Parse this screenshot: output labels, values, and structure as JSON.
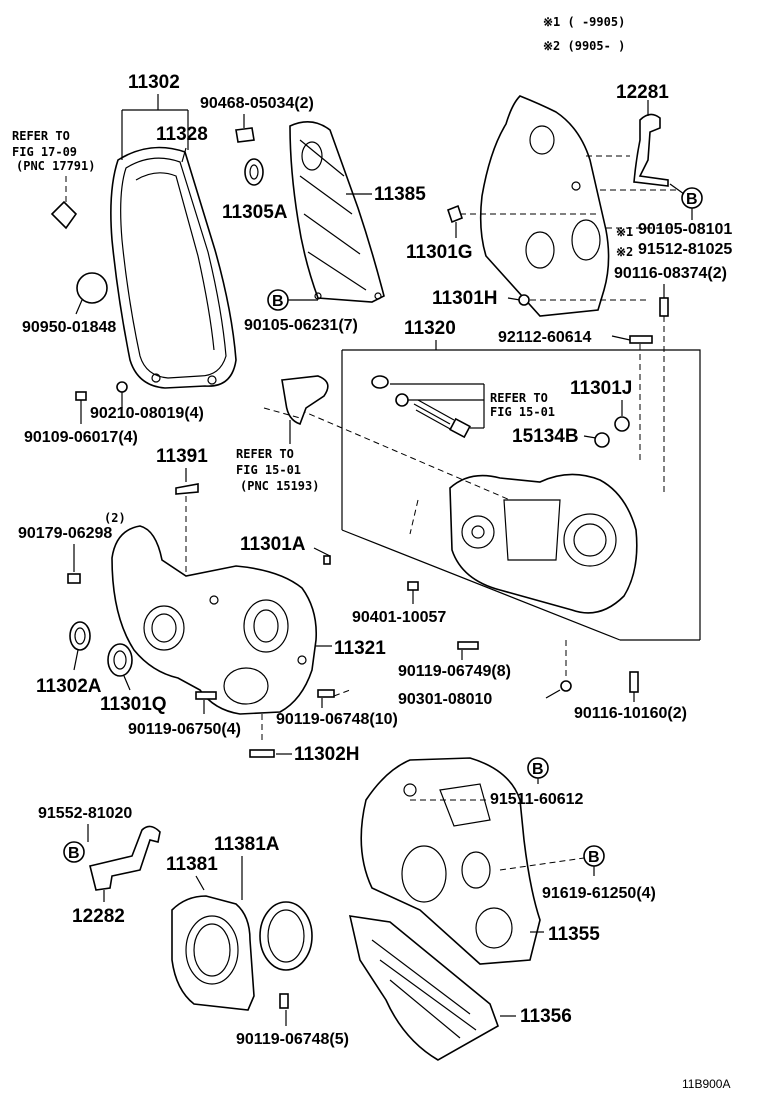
{
  "legend": {
    "note1": "※1 (      -9905)",
    "note2": "※2 (9905-      )"
  },
  "footer": {
    "code": "11B900A"
  },
  "callouts": {
    "p11302": "11302",
    "p11328": "11328",
    "refer1709": "REFER TO",
    "refer1709b": "FIG 17-09",
    "refer1709c": "(PNC 17791)",
    "p90468": "90468-05034(2)",
    "p11305A": "11305A",
    "p11385": "11385",
    "p90950": "90950-01848",
    "p90105_06231": "90105-06231(7)",
    "p90210": "90210-08019(4)",
    "p90109": "90109-06017(4)",
    "p12281": "12281",
    "p90105_08101": "90105-08101",
    "p91512": "91512-81025",
    "note1mark": "※1",
    "note2mark": "※2",
    "p11301G": "11301G",
    "p90116_08374": "90116-08374(2)",
    "p11301H": "11301H",
    "p11320": "11320",
    "p92112": "92112-60614",
    "refer1501": "REFER TO",
    "refer1501b": "FIG 15-01",
    "p11301J": "11301J",
    "p15134B": "15134B",
    "refer15193": "REFER TO",
    "refer15193b": "FIG 15-01",
    "refer15193c": "(PNC 15193)",
    "p11391": "11391",
    "p90179": "90179-06298",
    "p90179q": "(2)",
    "p11301A": "11301A",
    "p90401": "90401-10057",
    "p11321": "11321",
    "p11302A": "11302A",
    "p11301Q": "11301Q",
    "p90119_06749": "90119-06749(8)",
    "p90119_06750": "90119-06750(4)",
    "p90119_06748a": "90119-06748(10)",
    "p90301": "90301-08010",
    "p90116_10160": "90116-10160(2)",
    "p11302H": "11302H",
    "p91552": "91552-81020",
    "p91511": "91511-60612",
    "p11381A": "11381A",
    "p11381": "11381",
    "p91619": "91619-61250(4)",
    "p12282": "12282",
    "p11355": "11355",
    "p11356": "11356",
    "p90119_06748b": "90119-06748(5)",
    "b": "B"
  }
}
